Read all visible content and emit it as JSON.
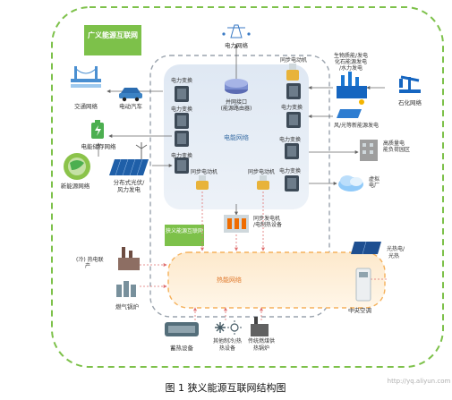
{
  "title_box": "广义能源互联网",
  "grids": {
    "electric": "电能网络",
    "thermal": "热能网络",
    "narrow_label": "狭义能源互联网"
  },
  "router": {
    "line1": "并网接口",
    "line2": "(能源路由器)"
  },
  "labels": {
    "power_grid_top": "电力网络",
    "transport": "交通网络",
    "ev": "电动汽车",
    "storage": "电能储存网络",
    "new_energy": "新能源网络",
    "distributed_pv_line1": "分布式光伏/",
    "distributed_pv_line2": "风力发电",
    "sync_gen_top": "同步电动机",
    "biomass_line1": "生物质能/发电",
    "biomass_line2": "化石能源发电",
    "biomass_line3": "/水力发电",
    "oil": "石化网络",
    "wind_pv": "风/光等新能源发电",
    "hq_line1": "高质量电",
    "hq_line2": "能负荷园区",
    "virtual_line1": "虚拟",
    "virtual_line2": "电厂",
    "sync_gen_left": "同步电动机",
    "sync_gen_right": "同步电动机",
    "sync_gen_heat_line1": "同步发电机",
    "sync_gen_heat_line2": "/电制热设备",
    "chp_line1": "(冷) 热电联",
    "chp_line2": "产",
    "solar_thermal_line1": "光热电/",
    "solar_thermal_line2": "光热",
    "gas_boiler": "燃气锅炉",
    "central_ac": "中央空调",
    "heat_storage": "蓄热设备",
    "other_heat_line1": "其他制冷/热",
    "other_heat_line2": "热设备",
    "traditional_line1": "传统燃煤供",
    "traditional_line2": "热锅炉",
    "transformer": "电力变换"
  },
  "caption": "图 1  狭义能源互联网结构图",
  "watermark": "http://yq.aliyun.com"
}
